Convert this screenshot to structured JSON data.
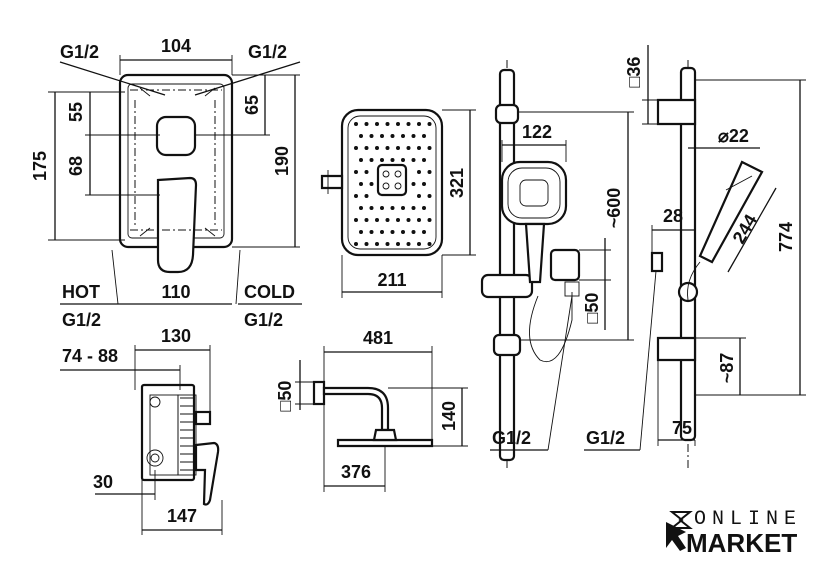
{
  "diagram": {
    "title": "Shower system dimensional drawing",
    "mixer_front": {
      "width_top": "104",
      "thread_top_left": "G1/2",
      "thread_top_right": "G1/2",
      "dim_55": "55",
      "dim_65": "65",
      "dim_68": "68",
      "height_175": "175",
      "height_190": "190",
      "hot_label": "HOT",
      "cold_label": "COLD",
      "width_bottom": "110",
      "thread_bottom_left": "G1/2",
      "thread_bottom_right": "G1/2"
    },
    "mixer_side": {
      "depth_130": "130",
      "range_74_88": "74 - 88",
      "dim_30": "30",
      "dim_147": "147"
    },
    "overhead_shower": {
      "height_321": "321",
      "width_211": "211"
    },
    "shower_arm": {
      "length_481": "481",
      "wall_square_50": "□50",
      "height_140": "140",
      "reach_376": "376"
    },
    "hand_shower": {
      "head_width_122": "122",
      "length_600": "~600",
      "square_50": "□50",
      "thread": "G1/2"
    },
    "rail": {
      "square_36": "□36",
      "diameter_22": "⌀22",
      "dim_28": "28",
      "dim_244": "244",
      "height_774": "774",
      "dim_87": "~87",
      "width_75": "75",
      "thread": "G1/2"
    }
  },
  "logo": {
    "line1": "ONLINE",
    "line2": "MARKET"
  }
}
